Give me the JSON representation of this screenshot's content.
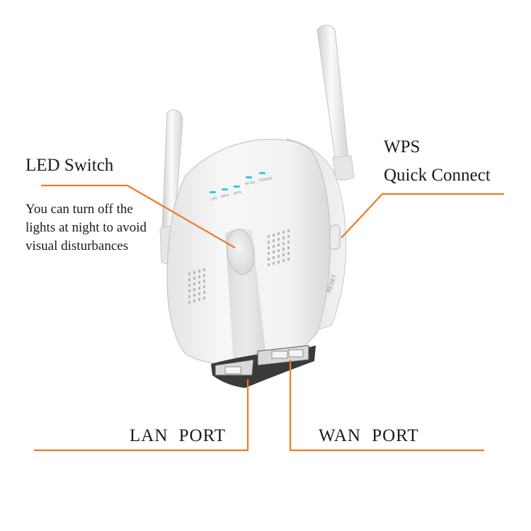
{
  "labels": {
    "led_switch": "LED Switch",
    "led_switch_desc": "You can turn off the lights at night to avoid visual disturbances",
    "wps_line1": "WPS",
    "wps_line2": "Quick Connect",
    "lan_port_word1": "LAN",
    "lan_port_word2": "PORT",
    "wan_port_word1": "WAN",
    "wan_port_word2": "PORT"
  },
  "device": {
    "led_labels": [
      "LAN",
      "WAN",
      "WPS",
      "WLAN",
      "POWER"
    ],
    "reset_label": "RESET",
    "led_color": "#36c6e6",
    "callout_color": "#f07a25"
  }
}
